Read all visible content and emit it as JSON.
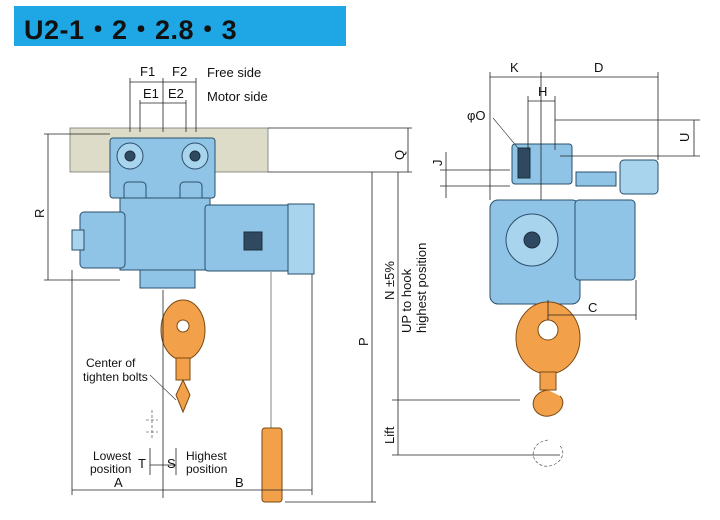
{
  "title": "U2-1・2・2.8・3",
  "labels": {
    "F1": "F1",
    "F2": "F2",
    "E1": "E1",
    "E2": "E2",
    "free_side": "Free side",
    "motor_side": "Motor side",
    "R": "R",
    "Q": "Q",
    "P": "P",
    "N": "N ±5%",
    "up_to_hook": "UP to hook",
    "highest_position": "highest position",
    "center_of": "Center of",
    "tighten_bolts": "tighten bolts",
    "lowest": "Lowest",
    "lowest_position": "position",
    "highest": "Highest",
    "highest_position2": "position",
    "T": "T",
    "S": "S",
    "A": "A",
    "B": "B",
    "K": "K",
    "D": "D",
    "H": "H",
    "phiO": "φO",
    "U": "U",
    "J": "J",
    "C": "C",
    "Lift": "Lift"
  },
  "colors": {
    "banner": "#1ea7e4",
    "body": "#8fc4e6",
    "hook_block": "#f2a14a",
    "rail": "#dcdcc8"
  }
}
